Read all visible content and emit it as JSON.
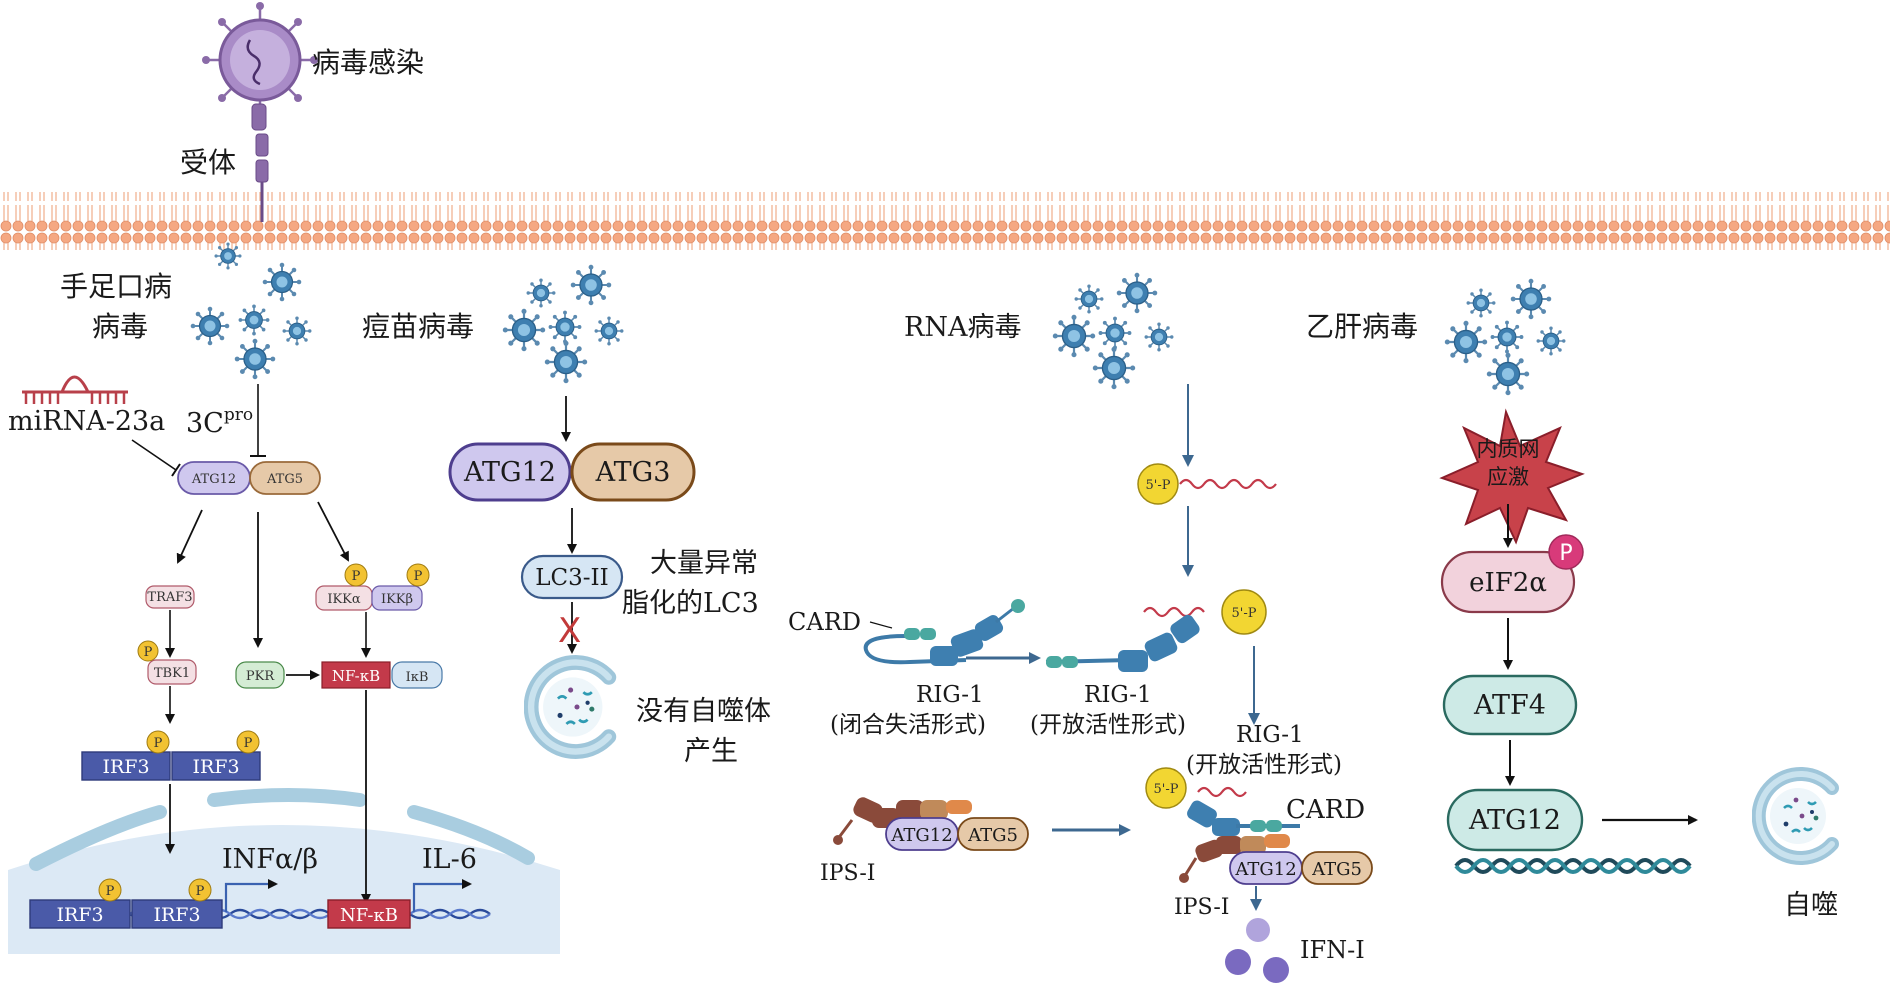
{
  "left": {
    "virus_infection": "病毒感染",
    "receptor": "受体",
    "hfmd_line1": "手足口病",
    "hfmd_line2": "病毒",
    "mirna": "miRNA-23a",
    "protease_base": "3C",
    "protease_sup": "pro",
    "atg12": "ATG12",
    "atg5": "ATG5",
    "traf3": "TRAF3",
    "tbk1": "TBK1",
    "p": "P",
    "ikka": "IKKα",
    "ikkb": "IKKβ",
    "pkr": "PKR",
    "nfkb": "NF-κB",
    "ikb": "IκB",
    "irf3": "IRF3",
    "inf": "INFα/β",
    "il6": "IL-6"
  },
  "vaccinia": {
    "name": "痘苗病毒",
    "atg12": "ATG12",
    "atg3": "ATG3",
    "lc3": "LC3-II",
    "lipid_line1": "大量异常",
    "lipid_line2": "脂化的LC3",
    "cross": "X",
    "no_auto_line1": "没有自噬体",
    "no_auto_line2": "产生"
  },
  "rna": {
    "name": "RNA病毒",
    "five_p": "5'-P",
    "card": "CARD",
    "rig_closed_line1": "RIG-1",
    "rig_closed_line2": "(闭合失活形式)",
    "rig_open_line1": "RIG-1",
    "rig_open_line2": "(开放活性形式)",
    "ips": "IPS-I",
    "atg12": "ATG12",
    "atg5": "ATG5",
    "ifn": "IFN-I"
  },
  "hbv": {
    "name": "乙肝病毒",
    "er_line1": "内质网",
    "er_line2": "应激",
    "eif": "eIF2α",
    "p": "P",
    "atf4": "ATF4",
    "atg12": "ATG12",
    "autophagy": "自噬"
  }
}
